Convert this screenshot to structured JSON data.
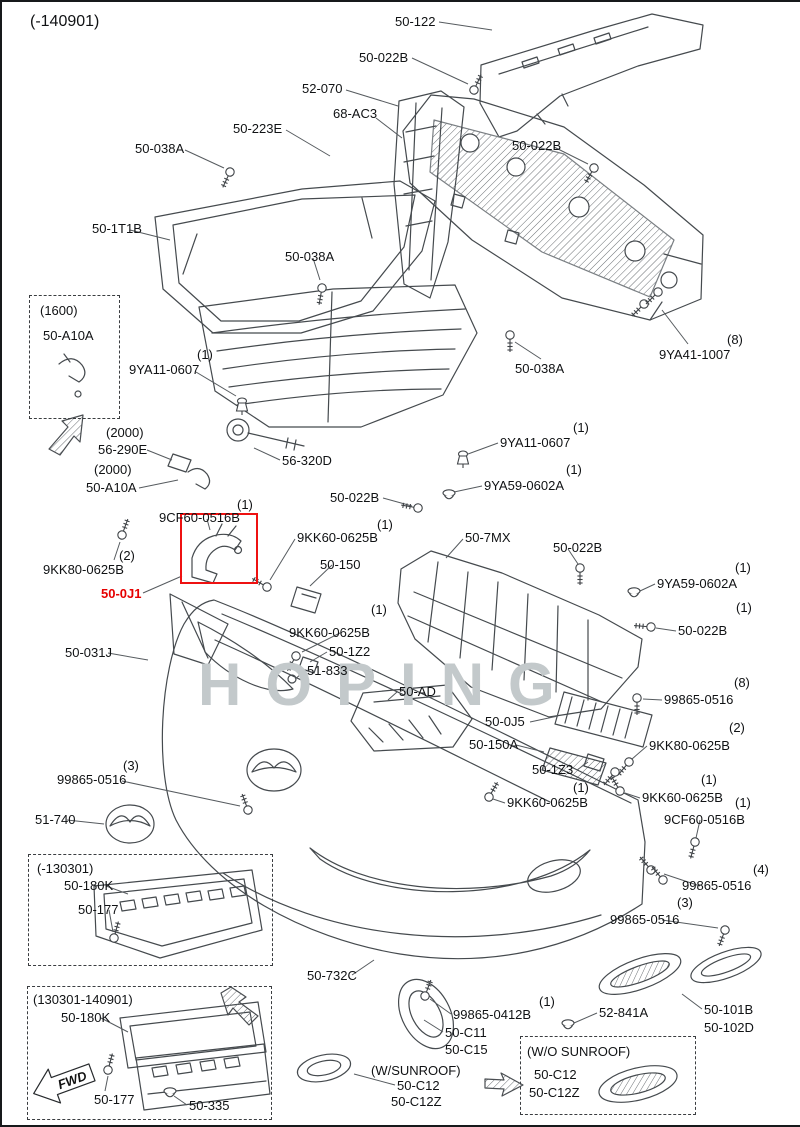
{
  "page": {
    "code": "(-140901)",
    "watermark": "HOPING"
  },
  "colors": {
    "highlight": "#e60000",
    "line": "#454a4e",
    "watermark": "#c3c9cb"
  },
  "fwd": {
    "label": "FWD"
  },
  "labels": [
    {
      "text": "(-140901)"
    },
    {
      "text": "50-122"
    },
    {
      "text": "50-022B"
    },
    {
      "text": "52-070"
    },
    {
      "text": "68-AC3"
    },
    {
      "text": "50-223E"
    },
    {
      "text": "50-038A"
    },
    {
      "text": "50-022B"
    },
    {
      "text": "50-1T1B"
    },
    {
      "text": "50-038A"
    },
    {
      "text": "(8)"
    },
    {
      "text": "9YA41-1007"
    },
    {
      "text": "50-038A"
    },
    {
      "text": "(1600)"
    },
    {
      "text": "50-A10A"
    },
    {
      "text": "(1)"
    },
    {
      "text": "9YA11-0607"
    },
    {
      "text": "(2000)"
    },
    {
      "text": "56-290E"
    },
    {
      "text": "(2000)"
    },
    {
      "text": "50-A10A"
    },
    {
      "text": "56-320D"
    },
    {
      "text": "(1)"
    },
    {
      "text": "9YA11-0607"
    },
    {
      "text": "50-022B"
    },
    {
      "text": "(1)"
    },
    {
      "text": "9YA59-0602A"
    },
    {
      "text": "(1)"
    },
    {
      "text": "9CF60-0516B"
    },
    {
      "text": "(1)"
    },
    {
      "text": "9KK60-0625B"
    },
    {
      "text": "50-7MX"
    },
    {
      "text": "50-022B"
    },
    {
      "text": "50-150"
    },
    {
      "text": "(2)"
    },
    {
      "text": "9KK80-0625B"
    },
    {
      "text": "50-0J1"
    },
    {
      "text": "(1)"
    },
    {
      "text": "9YA59-0602A"
    },
    {
      "text": "50-031J"
    },
    {
      "text": "(1)"
    },
    {
      "text": "9KK60-0625B"
    },
    {
      "text": "50-1Z2"
    },
    {
      "text": "51-833"
    },
    {
      "text": "50-AD"
    },
    {
      "text": "(1)"
    },
    {
      "text": "50-022B"
    },
    {
      "text": "(8)"
    },
    {
      "text": "99865-0516"
    },
    {
      "text": "50-0J5"
    },
    {
      "text": "50-150A"
    },
    {
      "text": "(2)"
    },
    {
      "text": "9KK80-0625B"
    },
    {
      "text": "50-1Z3"
    },
    {
      "text": "(3)"
    },
    {
      "text": "99865-0516"
    },
    {
      "text": "(1)"
    },
    {
      "text": "9KK60-0625B"
    },
    {
      "text": "(1)"
    },
    {
      "text": "9KK60-0625B"
    },
    {
      "text": "(1)"
    },
    {
      "text": "9CF60-0516B"
    },
    {
      "text": "51-740"
    },
    {
      "text": "(-130301)"
    },
    {
      "text": "50-180K"
    },
    {
      "text": "50-177"
    },
    {
      "text": "(4)"
    },
    {
      "text": "99865-0516"
    },
    {
      "text": "(3)"
    },
    {
      "text": "99865-0516"
    },
    {
      "text": "50-732C"
    },
    {
      "text": "(1)"
    },
    {
      "text": "99865-0412B"
    },
    {
      "text": "52-841A"
    },
    {
      "text": "50-101B"
    },
    {
      "text": "50-102D"
    },
    {
      "text": "(130301-140901)"
    },
    {
      "text": "50-180K"
    },
    {
      "text": "50-177"
    },
    {
      "text": "50-335"
    },
    {
      "text": "50-C11"
    },
    {
      "text": "50-C15"
    },
    {
      "text": "(W/SUNROOF)"
    },
    {
      "text": "50-C12"
    },
    {
      "text": "50-C12Z"
    },
    {
      "text": "(W/O SUNROOF)"
    },
    {
      "text": "50-C12"
    },
    {
      "text": "50-C12Z"
    }
  ]
}
